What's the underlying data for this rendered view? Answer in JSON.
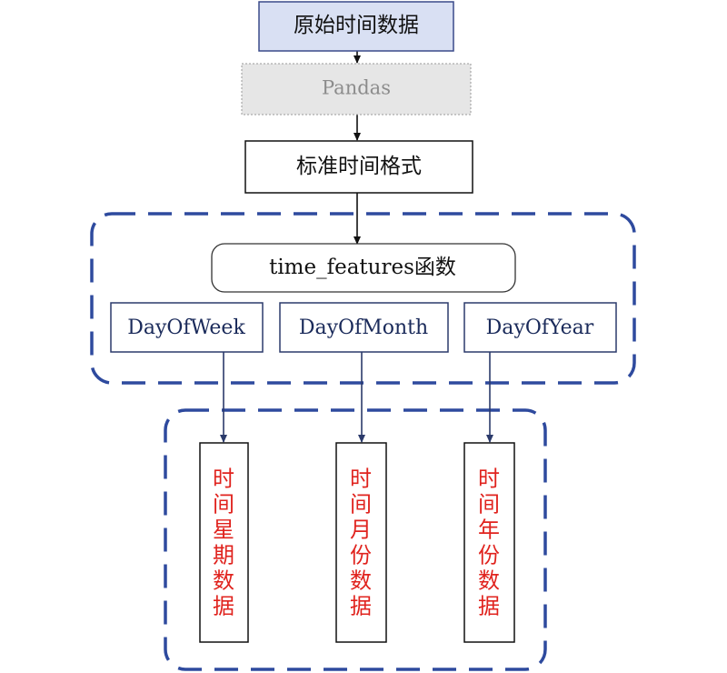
{
  "nodes": {
    "raw_data": "原始时间数据",
    "pandas": "Pandas",
    "standard_format": "标准时间格式",
    "time_features_fn": "time_features函数",
    "day_of_week": "DayOfWeek",
    "day_of_month": "DayOfMonth",
    "day_of_year": "DayOfYear"
  },
  "outputs": {
    "week": [
      "时",
      "间",
      "星",
      "期",
      "数",
      "据"
    ],
    "month": [
      "时",
      "间",
      "月",
      "份",
      "数",
      "据"
    ],
    "year": [
      "时",
      "间",
      "年",
      "份",
      "数",
      "据"
    ]
  },
  "colors": {
    "raw_fill": "#d9e0f3",
    "raw_stroke": "#3a4a8a",
    "pandas_fill": "#e6e6e6",
    "dashed_group": "#2e4a9e",
    "output_text": "#e0231e",
    "arrow": "#111111",
    "feature_stroke": "#2b3a6b"
  }
}
